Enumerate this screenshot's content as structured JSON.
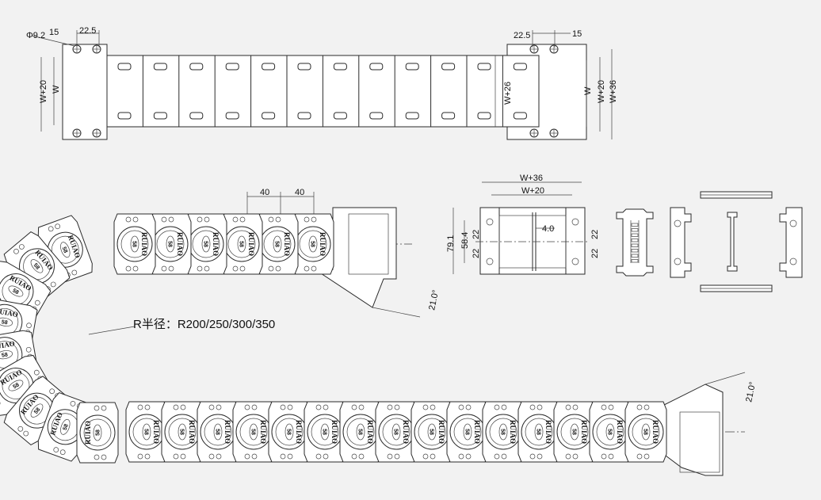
{
  "top_view": {
    "dims_left": [
      "Φ9.2",
      "15",
      "22.5"
    ],
    "dims_right": [
      "22.5",
      "15"
    ],
    "dims_vertical_left": [
      "W+20",
      "W"
    ],
    "dims_vertical_right": [
      "W+26",
      "W",
      "W+20",
      "W+36"
    ]
  },
  "side_view": {
    "pitch_dims": [
      "40",
      "40"
    ],
    "angle_labels": [
      "21.0°",
      "21.0°"
    ],
    "radius_label": "R半径：R200/250/300/350",
    "link_brand": "RUIAO",
    "link_number": "58"
  },
  "cross_section": {
    "dims_top": [
      "W+36",
      "W+20"
    ],
    "dim_inner": "4.0",
    "dims_left": [
      "79.1",
      "58.4",
      "22",
      "22"
    ],
    "dims_right": [
      "22",
      "22"
    ]
  }
}
